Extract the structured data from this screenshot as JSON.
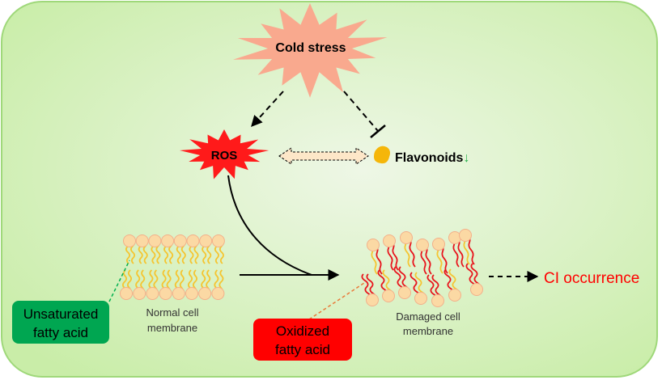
{
  "labels": {
    "cold_stress": "Cold stress",
    "ros": "ROS",
    "flavonoids": "Flavonoids",
    "flavonoids_arrow": "↓",
    "normal_membrane_line1": "Normal cell",
    "normal_membrane_line2": "membrane",
    "damaged_membrane_line1": "Damaged cell",
    "damaged_membrane_line2": "membrane",
    "unsaturated_line1": "Unsaturated",
    "unsaturated_line2": "fatty acid",
    "oxidized_line1": "Oxidized",
    "oxidized_line2": "fatty acid",
    "ci_occurrence": "CI occurrence"
  },
  "colors": {
    "background": "#d8f0c4",
    "border": "#9fd87a",
    "cold_stress": "#f9a98e",
    "ros": "#ff1a1a",
    "flavonoids": "#f5b60a",
    "down_arrow": "#22b04a",
    "lipid_head": "#fbd9a4",
    "unsaturated_tail": "#f5c531",
    "oxidized_tail": "#e8141c",
    "unsaturated_box": "#00a651",
    "oxidized_box": "#ff0000",
    "ci_text": "#ff0000"
  }
}
